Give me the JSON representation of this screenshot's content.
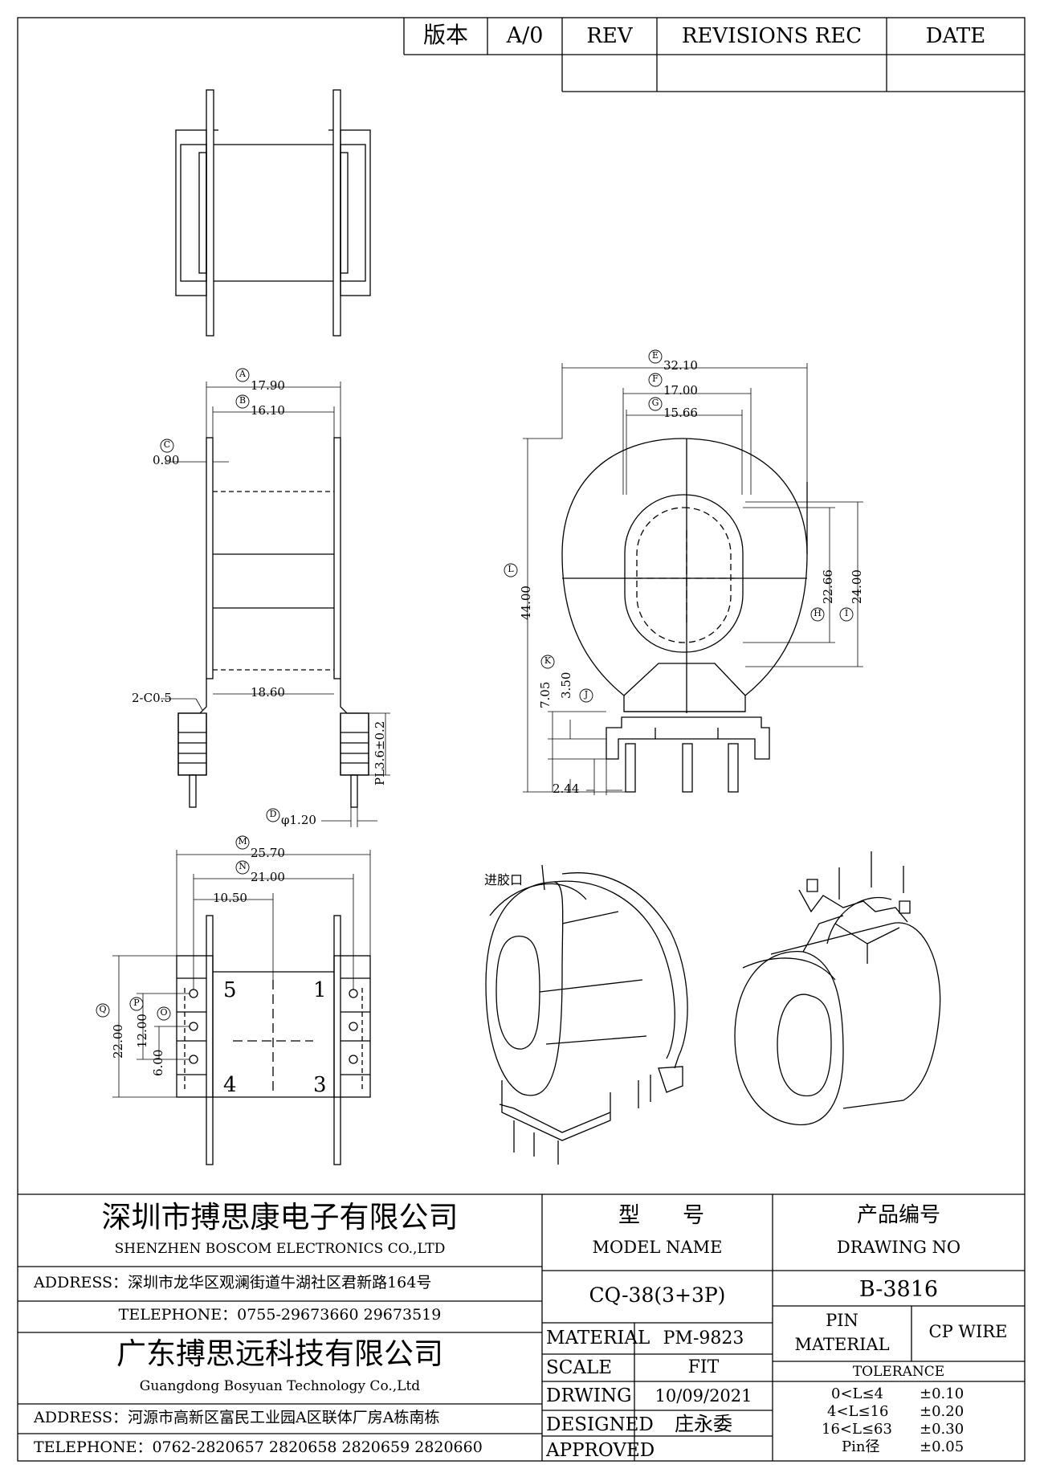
{
  "revision_table": {
    "version_label": "版本",
    "version_value": "A/0",
    "rev_header": "REV",
    "revisions_header": "REVISIONS REC",
    "date_header": "DATE"
  },
  "dimensions": {
    "A": "A",
    "A_value": "17.90",
    "B": "B",
    "B_value": "16.10",
    "C": "C",
    "C_value": "0.90",
    "chamfer": "2-C0.5",
    "bottom_width": "18.60",
    "pin_length": "PL3.6±0.2",
    "D": "D",
    "D_value": "φ1.20",
    "E": "E",
    "E_value": "32.10",
    "F": "F",
    "F_value": "17.00",
    "G": "G",
    "G_value": "15.66",
    "L": "L",
    "L_value": "44.00",
    "K": "K",
    "K_value": "7.05",
    "J": "J",
    "J_value": "3.50",
    "H": "H",
    "H_value": "22.66",
    "I": "I",
    "I_value": "24.00",
    "side_offset": "2.44",
    "M": "M",
    "M_value": "25.70",
    "N": "N",
    "N_value": "21.00",
    "half_width": "10.50",
    "Q": "Q",
    "Q_value": "22.00",
    "P": "P",
    "P_value": "12.00",
    "O": "O",
    "O_value": "6.00"
  },
  "pin_numbers": [
    "1",
    "3",
    "4",
    "5"
  ],
  "gate_label": "进胶口",
  "title_block": {
    "company_cn": "深圳市搏思康电子有限公司",
    "company_en": "SHENZHEN BOSCOM ELECTRONICS CO.,LTD",
    "address1": "ADDRESS：深圳市龙华区观澜街道牛湖社区君新路164号",
    "telephone1": "TELEPHONE：0755-29673660 29673519",
    "company2_cn": "广东搏思远科技有限公司",
    "company2_en": "Guangdong Bosyuan Technology Co.,Ltd",
    "address2": "ADDRESS：河源市高新区富民工业园A区联体厂房A栋南栋",
    "telephone2": "TELEPHONE：0762-2820657 2820658 2820659 2820660",
    "model_cn_1": "型",
    "model_cn_2": "号",
    "model_en": "MODEL NAME",
    "model_value": "CQ-38(3+3P)",
    "drawing_cn": "产品编号",
    "drawing_en": "DRAWING NO",
    "drawing_value": "B-3816",
    "material_label": "MATERIAL",
    "material_value": "PM-9823",
    "scale_label": "SCALE",
    "scale_value": "FIT",
    "drawing_label": "DRWING",
    "drawing_date": "10/09/2021",
    "designed_label": "DESIGNED",
    "designed_value": "庄永委",
    "approved_label": "APPROVED",
    "pin_material_1": "PIN",
    "pin_material_2": "MATERIAL",
    "pin_material_value": "CP WIRE",
    "tolerance_label": "TOLERANCE",
    "tolerance_rows": [
      {
        "range": "0<L≤4",
        "value": "±0.10"
      },
      {
        "range": "4<L≤16",
        "value": "±0.20"
      },
      {
        "range": "16<L≤63",
        "value": "±0.30"
      },
      {
        "range": "Pin径",
        "value": "±0.05"
      }
    ]
  }
}
